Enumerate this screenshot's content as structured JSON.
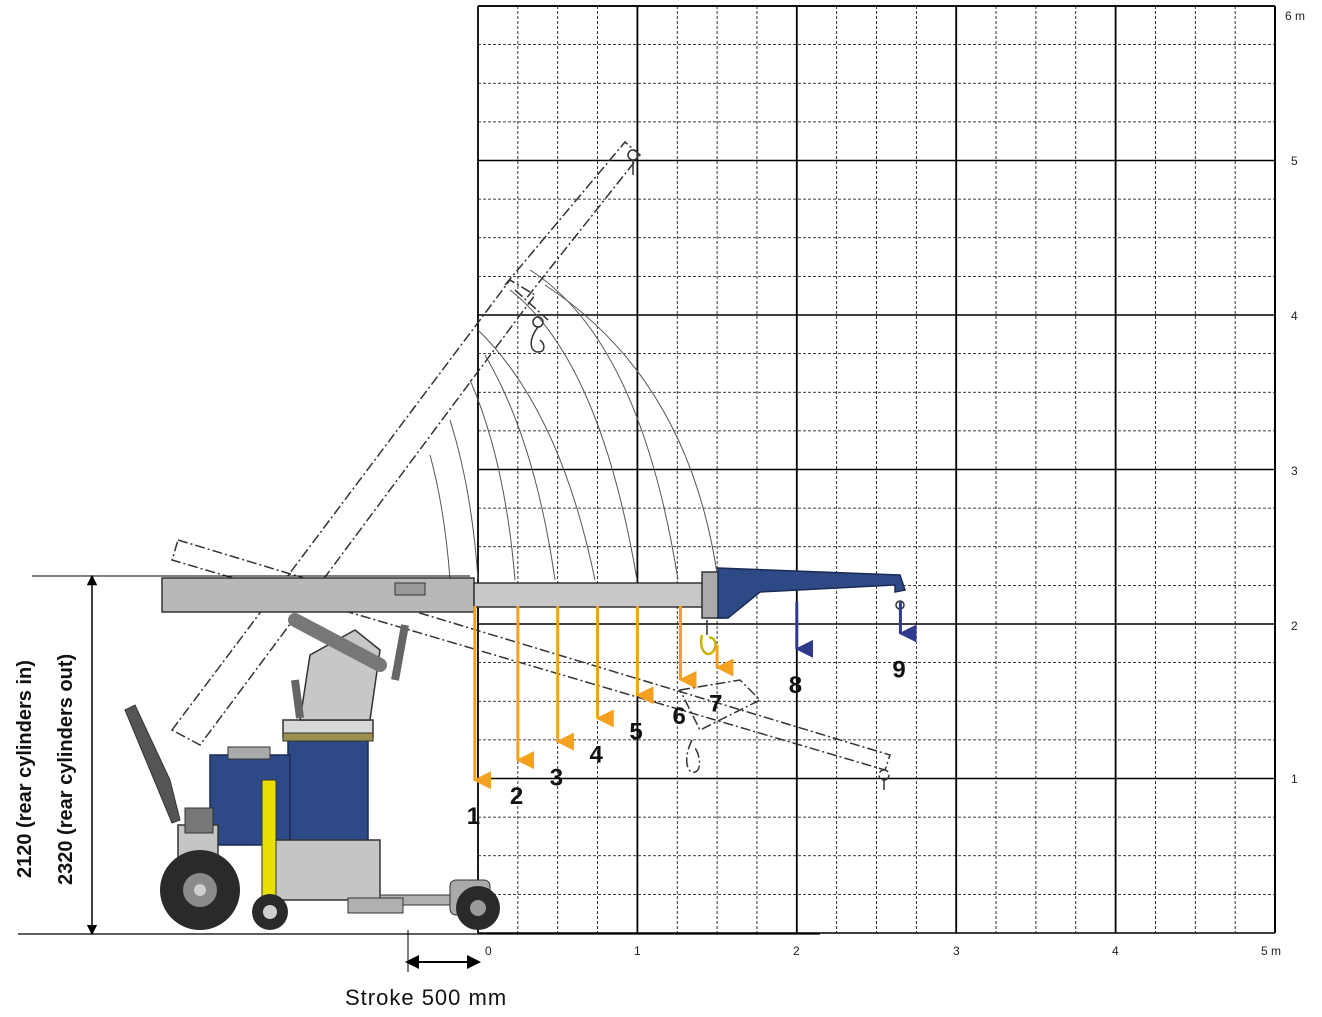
{
  "axis": {
    "x_ticks": [
      "0",
      "1",
      "2",
      "3",
      "4",
      "5 m"
    ],
    "y_ticks": [
      "1",
      "2",
      "3",
      "4",
      "5",
      "6 m"
    ]
  },
  "height_labels": {
    "cylinders_in": "2120 (rear cylinders in)",
    "cylinders_out": "2320 (rear cylinders out)"
  },
  "stroke_label": "Stroke  500 mm",
  "load_points": [
    {
      "label": "1",
      "x_m": -0.02,
      "y_m": 0.95,
      "color": "#f5a020"
    },
    {
      "label": "2",
      "x_m": 0.25,
      "y_m": 1.08,
      "color": "#f5a020"
    },
    {
      "label": "3",
      "x_m": 0.5,
      "y_m": 1.2,
      "color": "#f5a020"
    },
    {
      "label": "4",
      "x_m": 0.75,
      "y_m": 1.35,
      "color": "#f5a020"
    },
    {
      "label": "5",
      "x_m": 1.0,
      "y_m": 1.5,
      "color": "#f5a020"
    },
    {
      "label": "6",
      "x_m": 1.27,
      "y_m": 1.6,
      "color": "#f5a020"
    },
    {
      "label": "7",
      "x_m": 1.5,
      "y_m": 1.68,
      "color": "#f5a020"
    },
    {
      "label": "8",
      "x_m": 2.0,
      "y_m": 1.8,
      "color": "#2f3a8f"
    },
    {
      "label": "9",
      "x_m": 2.65,
      "y_m": 1.9,
      "color": "#2f3a8f"
    }
  ],
  "colors": {
    "arrow_orange": "#f5a020",
    "arrow_blue": "#2f3a8f",
    "crane_blue": "#2e4a86",
    "boom_grey": "#b8b8b8"
  }
}
